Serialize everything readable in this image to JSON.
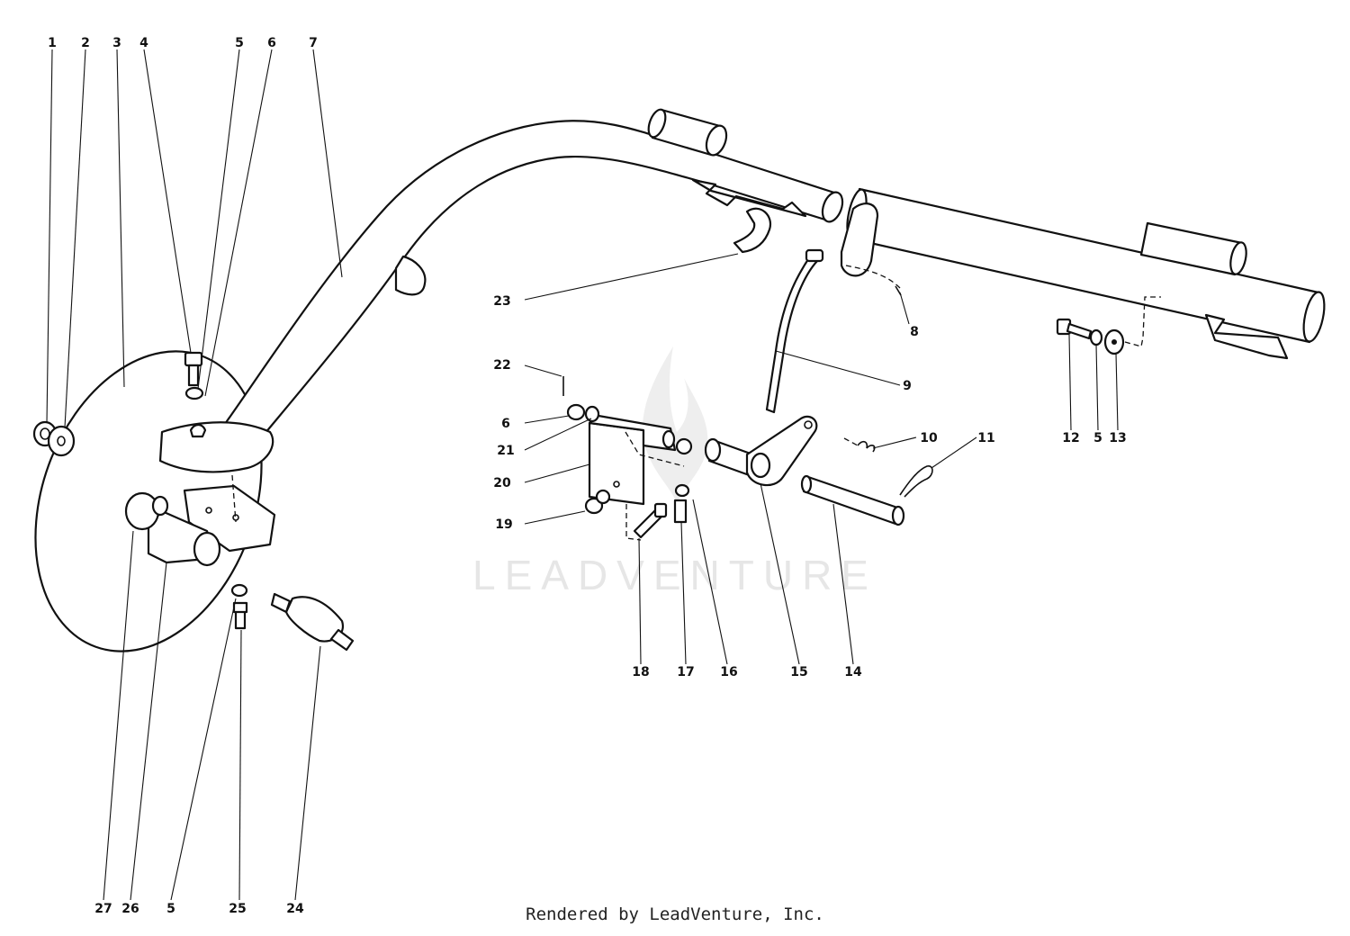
{
  "diagram": {
    "watermark": "LEADVENTURE",
    "credit": "Rendered by LeadVenture, Inc.",
    "callouts": [
      {
        "id": "c1",
        "label": "1"
      },
      {
        "id": "c2",
        "label": "2"
      },
      {
        "id": "c3",
        "label": "3"
      },
      {
        "id": "c4",
        "label": "4"
      },
      {
        "id": "c5a",
        "label": "5"
      },
      {
        "id": "c6a",
        "label": "6"
      },
      {
        "id": "c7",
        "label": "7"
      },
      {
        "id": "c8",
        "label": "8"
      },
      {
        "id": "c9",
        "label": "9"
      },
      {
        "id": "c10",
        "label": "10"
      },
      {
        "id": "c11",
        "label": "11"
      },
      {
        "id": "c12",
        "label": "12"
      },
      {
        "id": "c5b",
        "label": "5"
      },
      {
        "id": "c13",
        "label": "13"
      },
      {
        "id": "c14",
        "label": "14"
      },
      {
        "id": "c15",
        "label": "15"
      },
      {
        "id": "c16",
        "label": "16"
      },
      {
        "id": "c17",
        "label": "17"
      },
      {
        "id": "c18",
        "label": "18"
      },
      {
        "id": "c19",
        "label": "19"
      },
      {
        "id": "c20",
        "label": "20"
      },
      {
        "id": "c21",
        "label": "21"
      },
      {
        "id": "c6b",
        "label": "6"
      },
      {
        "id": "c22",
        "label": "22"
      },
      {
        "id": "c23",
        "label": "23"
      },
      {
        "id": "c24",
        "label": "24"
      },
      {
        "id": "c25",
        "label": "25"
      },
      {
        "id": "c5c",
        "label": "5"
      },
      {
        "id": "c26",
        "label": "26"
      },
      {
        "id": "c27",
        "label": "27"
      }
    ]
  }
}
